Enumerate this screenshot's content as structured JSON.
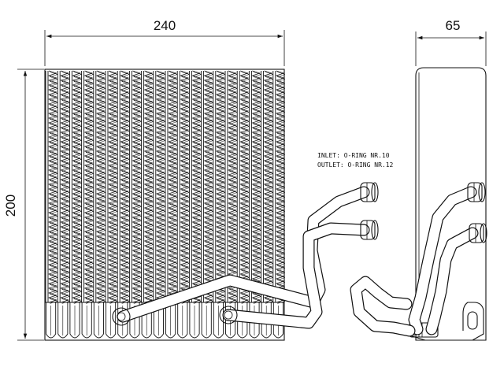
{
  "dimensions": {
    "width": "240",
    "height": "200",
    "depth": "65"
  },
  "notes": {
    "inlet": "INLET: O-RING NR.10",
    "outlet": "OUTLET: O-RING NR.12"
  }
}
